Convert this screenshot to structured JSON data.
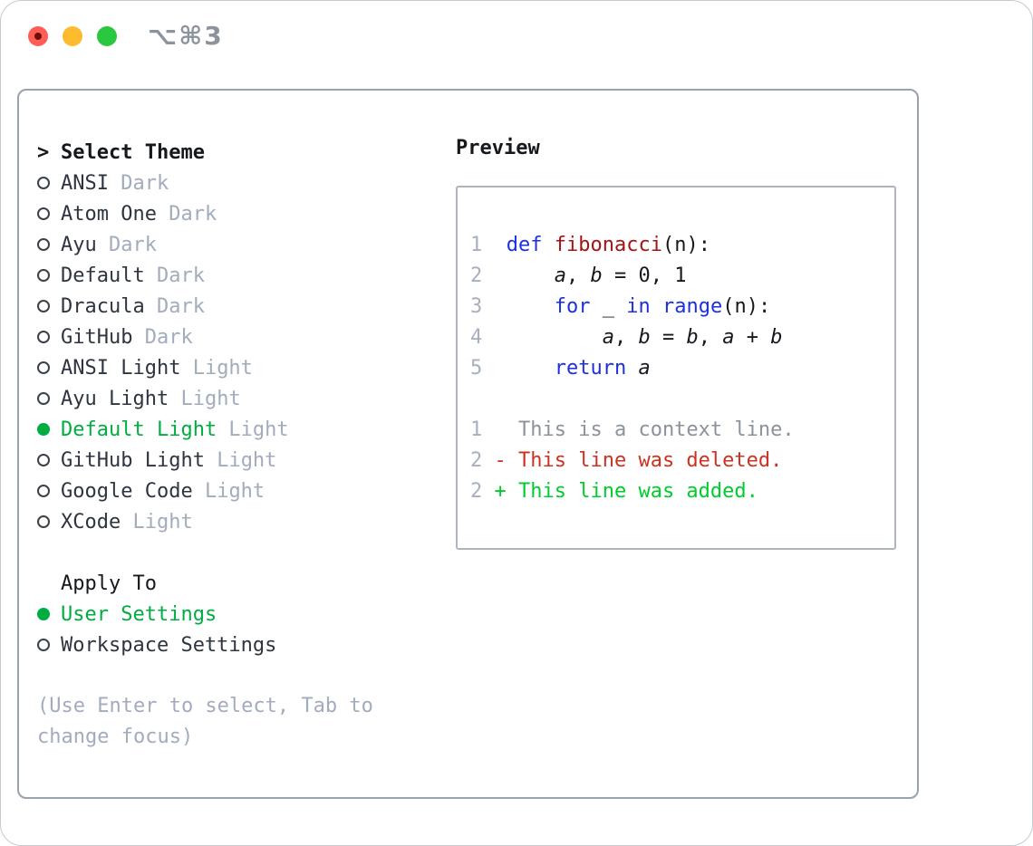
{
  "window": {
    "shortcut_label": "⌥⌘3",
    "traffic_lights": [
      "close",
      "minimize",
      "zoom"
    ]
  },
  "left": {
    "prompt": ">",
    "title": "Select Theme",
    "themes": [
      {
        "name": "ANSI",
        "variant": "Dark",
        "selected": false
      },
      {
        "name": "Atom One",
        "variant": "Dark",
        "selected": false
      },
      {
        "name": "Ayu",
        "variant": "Dark",
        "selected": false
      },
      {
        "name": "Default",
        "variant": "Dark",
        "selected": false
      },
      {
        "name": "Dracula",
        "variant": "Dark",
        "selected": false
      },
      {
        "name": "GitHub",
        "variant": "Dark",
        "selected": false
      },
      {
        "name": "ANSI Light",
        "variant": "Light",
        "selected": false
      },
      {
        "name": "Ayu Light",
        "variant": "Light",
        "selected": false
      },
      {
        "name": "Default Light",
        "variant": "Light",
        "selected": true
      },
      {
        "name": "GitHub Light",
        "variant": "Light",
        "selected": false
      },
      {
        "name": "Google Code",
        "variant": "Light",
        "selected": false
      },
      {
        "name": "XCode",
        "variant": "Light",
        "selected": false
      }
    ],
    "apply_to": {
      "title": "Apply To",
      "options": [
        {
          "label": "User Settings",
          "selected": true
        },
        {
          "label": "Workspace Settings",
          "selected": false
        }
      ]
    },
    "hint": "(Use Enter to select, Tab to change focus)"
  },
  "preview": {
    "title": "Preview",
    "code_lines": [
      {
        "num": "1",
        "tokens": [
          {
            "t": "def",
            "c": "kw"
          },
          {
            "t": " "
          },
          {
            "t": "fibonacci",
            "c": "fn"
          },
          {
            "t": "(n):"
          }
        ]
      },
      {
        "num": "2",
        "tokens": [
          {
            "t": "    "
          },
          {
            "t": "a",
            "c": "var"
          },
          {
            "t": ", "
          },
          {
            "t": "b",
            "c": "var"
          },
          {
            "t": " = 0, 1"
          }
        ]
      },
      {
        "num": "3",
        "tokens": [
          {
            "t": "    "
          },
          {
            "t": "for",
            "c": "kw"
          },
          {
            "t": " _ "
          },
          {
            "t": "in",
            "c": "kw"
          },
          {
            "t": " "
          },
          {
            "t": "range",
            "c": "kw"
          },
          {
            "t": "(n):"
          }
        ]
      },
      {
        "num": "4",
        "tokens": [
          {
            "t": "        "
          },
          {
            "t": "a",
            "c": "var"
          },
          {
            "t": ", "
          },
          {
            "t": "b",
            "c": "var"
          },
          {
            "t": " = "
          },
          {
            "t": "b",
            "c": "var"
          },
          {
            "t": ", "
          },
          {
            "t": "a",
            "c": "var"
          },
          {
            "t": " + "
          },
          {
            "t": "b",
            "c": "var"
          }
        ]
      },
      {
        "num": "5",
        "tokens": [
          {
            "t": "    "
          },
          {
            "t": "return",
            "c": "kw"
          },
          {
            "t": " "
          },
          {
            "t": "a",
            "c": "var"
          }
        ]
      }
    ],
    "diff_lines": [
      {
        "num": "1",
        "marker": " ",
        "text": "This is a context line.",
        "type": "context"
      },
      {
        "num": "2",
        "marker": "-",
        "text": "This line was deleted.",
        "type": "deleted"
      },
      {
        "num": "2",
        "marker": "+",
        "text": "This line was added.",
        "type": "added"
      }
    ]
  },
  "colors": {
    "green": "#00ad41",
    "add": "#00cd2d",
    "del": "#cd3120",
    "kw": "#1c2fe1",
    "fn": "#a31515",
    "muted": "#a2acbd",
    "ctx": "#8b929c",
    "ln": "#a6b0bf",
    "dark": "#2e3540",
    "black": "#15181d",
    "pborder": "#9aa2ae",
    "bborder": "#aeb5bf",
    "traffic-red": "#ff5d55",
    "traffic-yellow": "#fdbb2d",
    "traffic-green": "#29c83e"
  }
}
